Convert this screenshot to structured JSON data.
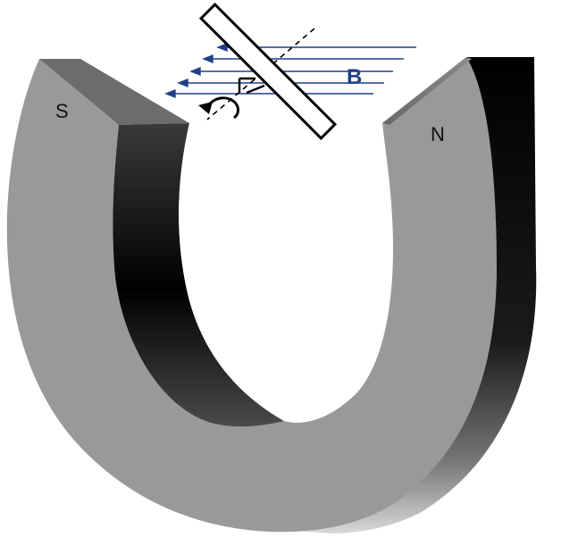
{
  "labels": {
    "south": "S",
    "north": "N",
    "field": "B"
  },
  "colors": {
    "magnet_face": "#9a9a9a",
    "magnet_top": "#6f6f6f",
    "magnet_inner_dark": "#111111",
    "field_lines": "#1f3f8a",
    "coil": "#000000",
    "background": "#ffffff"
  },
  "elements": {
    "field_arrow_count": 5,
    "rotation_indicator": "curved-arrow"
  }
}
